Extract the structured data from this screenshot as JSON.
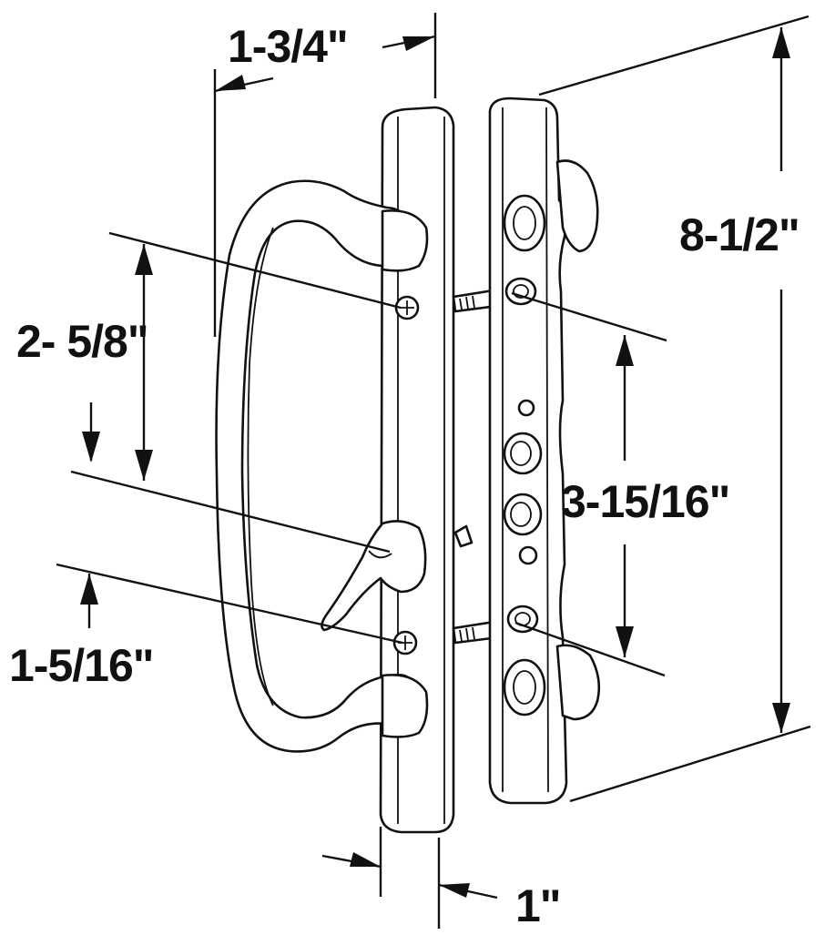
{
  "dimensions": {
    "handle_depth": "1-3/4\"",
    "overall_height": "8-1/2\"",
    "upper_offset": "2- 5/8\"",
    "lower_offset": "1-5/16\"",
    "screw_spacing": "3-15/16\"",
    "plate_width": "1\""
  },
  "colors": {
    "ink": "#111111",
    "background": "#ffffff"
  }
}
